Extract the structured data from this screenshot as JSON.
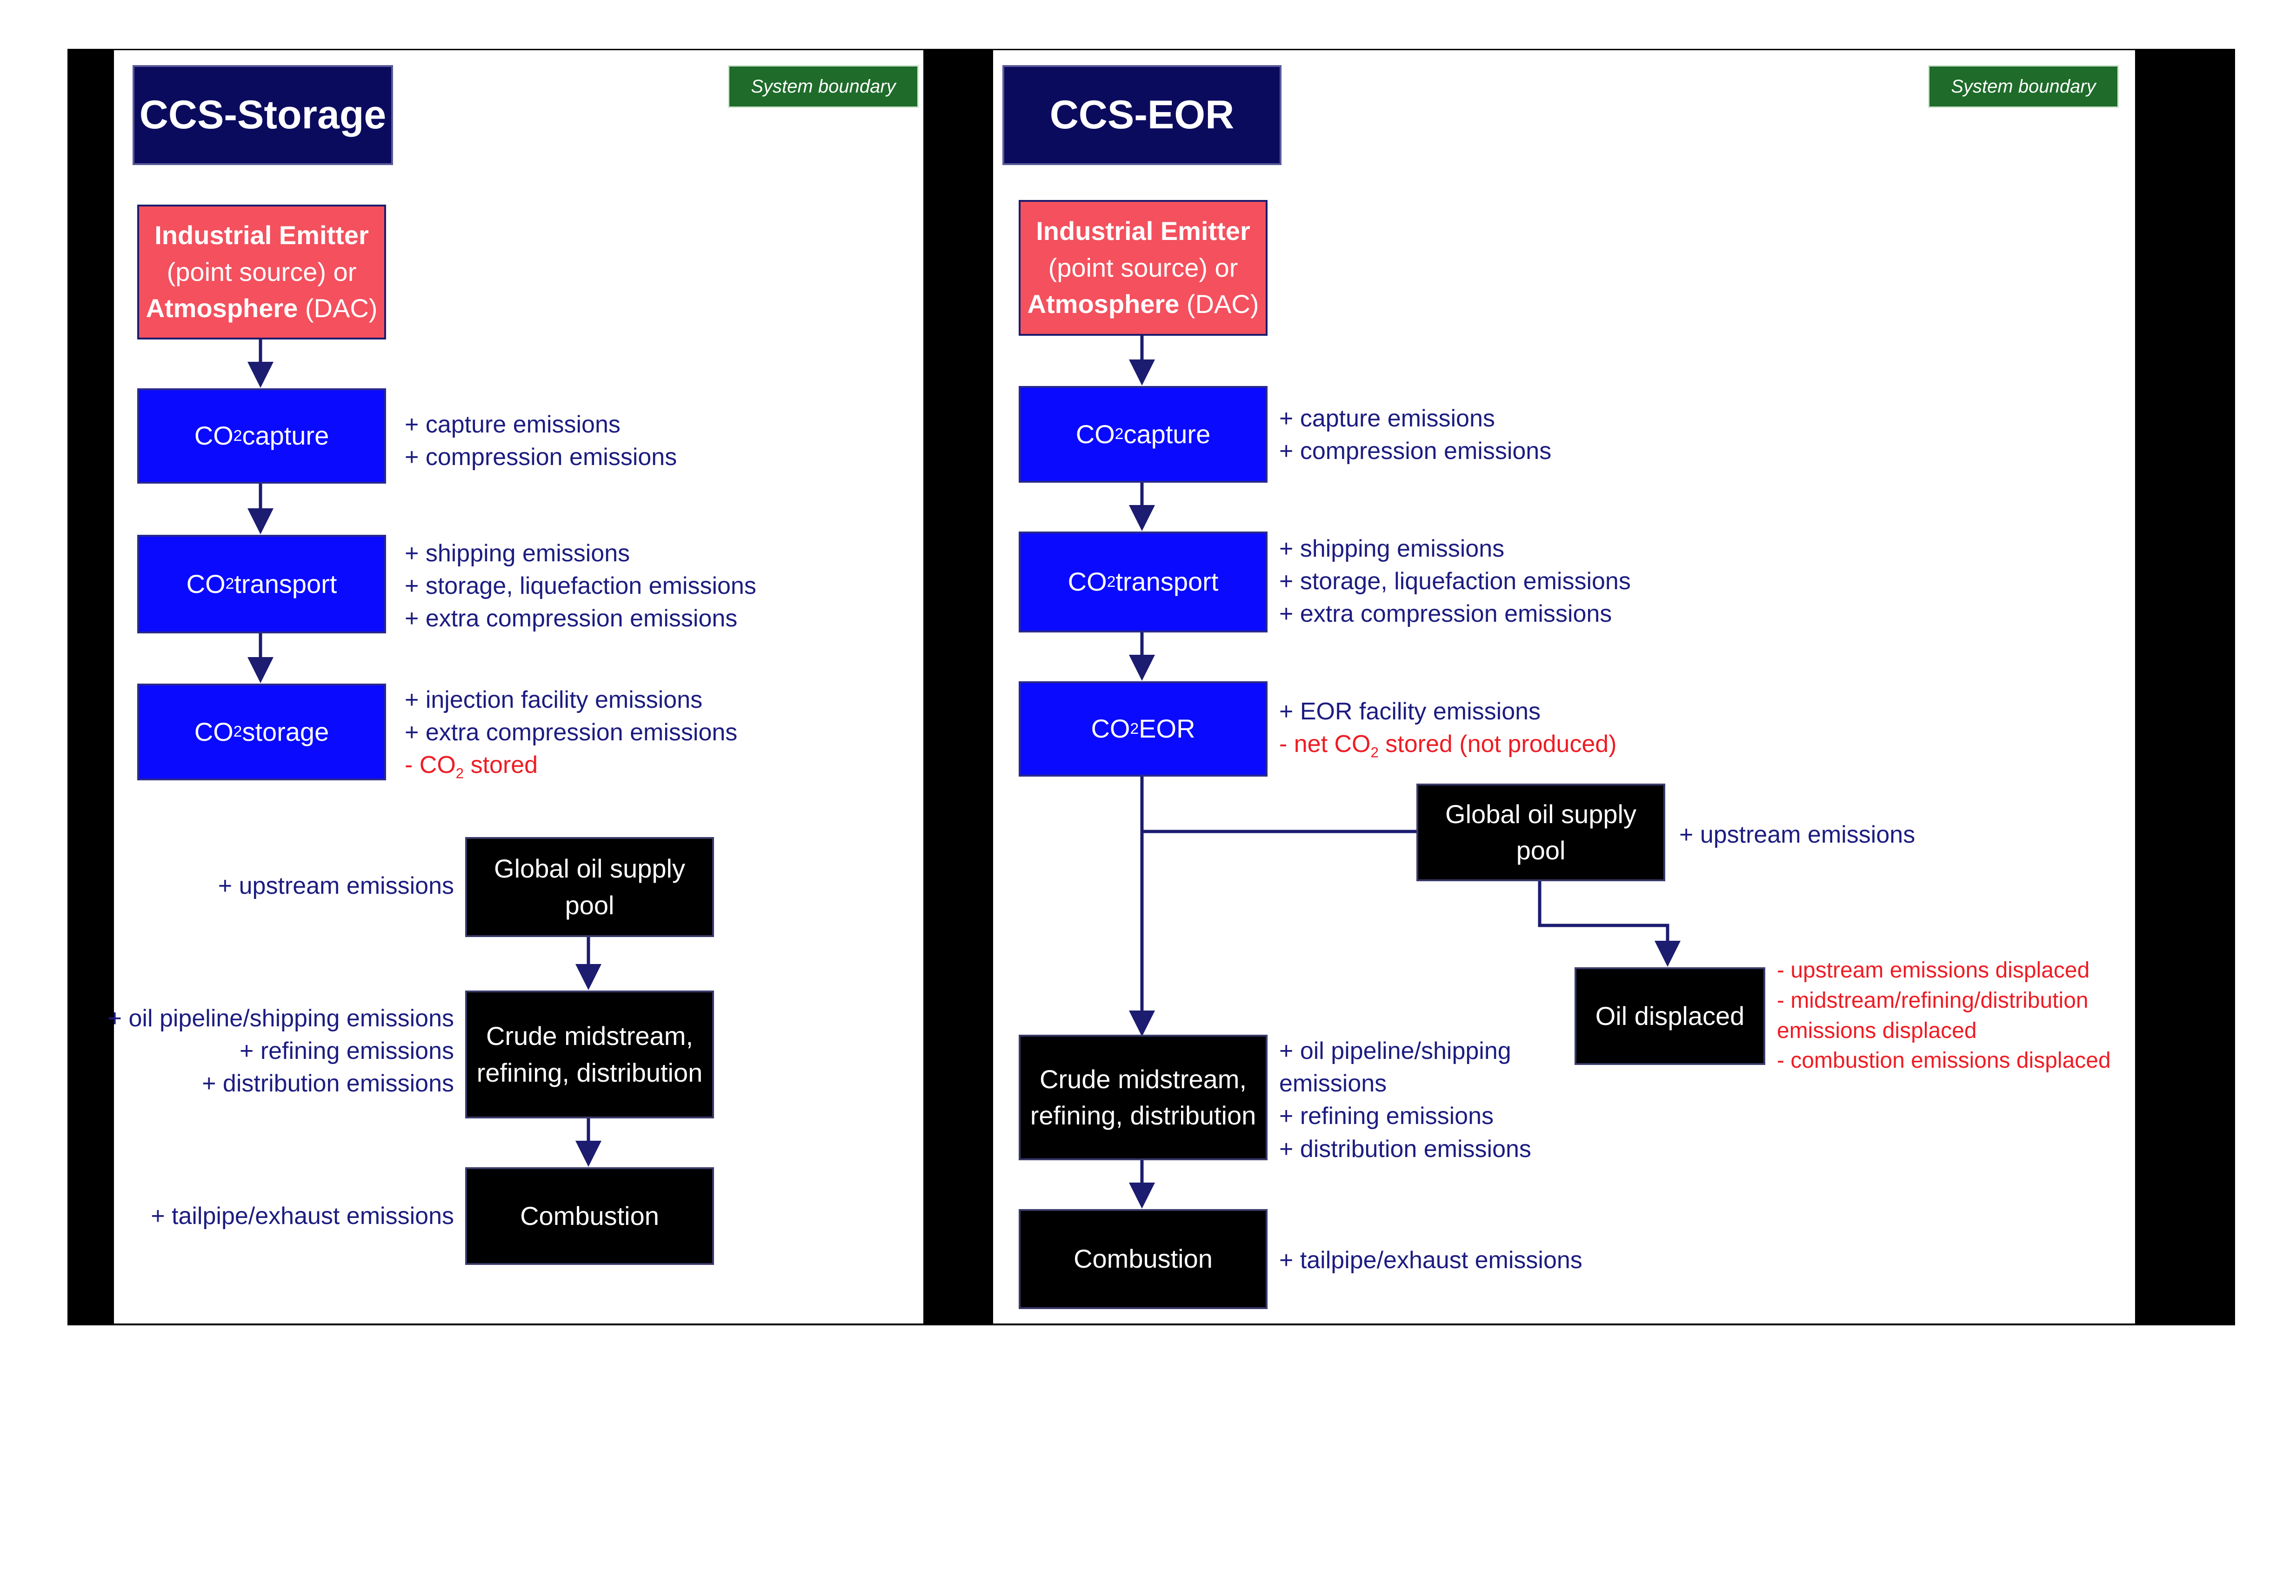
{
  "left": {
    "title": "CCS-Storage",
    "badge": "System boundary",
    "emitter": {
      "line1": "Industrial Emitter",
      "line2": "(point source) or",
      "line3_bold": "Atmosphere",
      "line3_rest": " (DAC)"
    },
    "capture": {
      "label": "CO2 capture",
      "notes": [
        "+ capture emissions",
        "+ compression emissions"
      ]
    },
    "transport": {
      "label": "CO2 transport",
      "notes": [
        "+ shipping emissions",
        "+ storage, liquefaction emissions",
        "+ extra compression emissions"
      ]
    },
    "storage": {
      "label": "CO2 storage",
      "notes": [
        "+ injection facility emissions",
        "+ extra compression emissions"
      ],
      "neg_note": "- CO2 stored"
    },
    "oil_pool": {
      "label": "Global oil supply pool",
      "note": "+ upstream emissions"
    },
    "midstream": {
      "label": "Crude midstream, refining, distribution",
      "notes": [
        "+ oil pipeline/shipping emissions",
        "+ refining emissions",
        "+ distribution emissions"
      ]
    },
    "combustion": {
      "label": "Combustion",
      "note": "+ tailpipe/exhaust emissions"
    }
  },
  "right": {
    "title": "CCS-EOR",
    "badge": "System boundary",
    "emitter": {
      "line1": "Industrial Emitter",
      "line2": "(point source) or",
      "line3_bold": "Atmosphere",
      "line3_rest": " (DAC)"
    },
    "capture": {
      "label": "CO2 capture",
      "notes": [
        "+ capture emissions",
        "+ compression emissions"
      ]
    },
    "transport": {
      "label": "CO2 transport",
      "notes": [
        "+ shipping emissions",
        "+ storage, liquefaction emissions",
        "+ extra compression emissions"
      ]
    },
    "eor": {
      "label": "CO2 EOR",
      "note": "+ EOR facility emissions",
      "neg_note": "- net CO2 stored (not produced)"
    },
    "oil_pool": {
      "label": "Global oil supply pool",
      "note": "+ upstream emissions"
    },
    "displaced": {
      "label": "Oil displaced",
      "neg_notes": [
        "- upstream emissions displaced",
        "- midstream/refining/distribution",
        "emissions displaced",
        "- combustion emissions displaced"
      ]
    },
    "midstream": {
      "label": "Crude midstream, refining, distribution",
      "notes": [
        "+ oil pipeline/shipping",
        "emissions",
        "+ refining emissions",
        "+ distribution emissions"
      ]
    },
    "combustion": {
      "label": "Combustion",
      "note": "+ tailpipe/exhaust emissions"
    }
  },
  "colors": {
    "title_bg": "#0b0b5e",
    "emitter": "#f4505e",
    "process": "#0a0aff",
    "oil": "#000000",
    "badge": "#1e6b2a",
    "note": "#1c1c80",
    "negative": "#ee1c24"
  }
}
